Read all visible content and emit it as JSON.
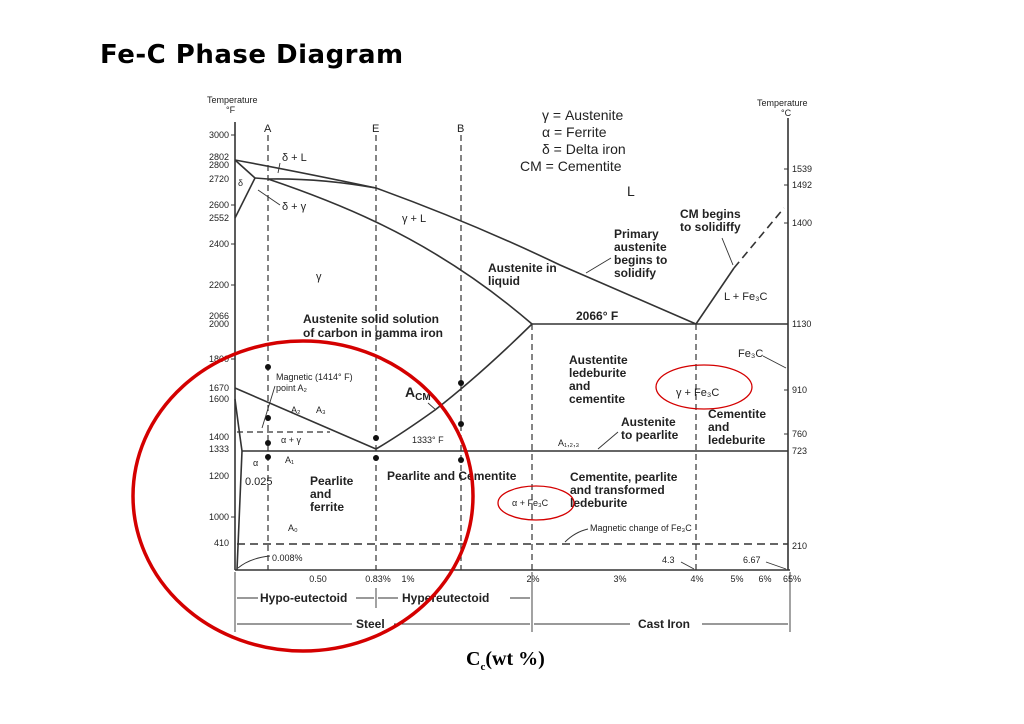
{
  "title": "Fe-C Phase Diagram",
  "caption": {
    "main": "C",
    "sub": "c",
    "rest": "(wt %)"
  },
  "axes": {
    "left_title_1": "Temperature",
    "left_title_2": "°F",
    "right_title_1": "Temperature",
    "right_title_2": "°C",
    "left_ticks": [
      "3000",
      "2802",
      "2800",
      "2720",
      "2600",
      "2552",
      "2400",
      "2200",
      "2066",
      "2000",
      "1800",
      "1670",
      "1600",
      "1400",
      "1333",
      "1200",
      "1000",
      "410"
    ],
    "right_ticks": [
      "1539",
      "1492",
      "1400",
      "1130",
      "910",
      "760",
      "723",
      "210"
    ],
    "bottom_ticks": [
      "0.50",
      "0.83%",
      "1%",
      "2%",
      "3%",
      "4%",
      "5%",
      "6%",
      "65%"
    ]
  },
  "verticals": {
    "a": "A",
    "e": "E",
    "b": "B"
  },
  "legend": [
    "γ = Austenite",
    "α = Ferrite",
    "δ = Delta  iron",
    "CM = Cementite"
  ],
  "regions": {
    "l": "L",
    "delta_l": "δ + L",
    "delta": "δ",
    "delta_gamma": "δ + γ",
    "gamma_l": "γ + L",
    "gamma": "γ",
    "austenite_in_liquid_1": "Austenite in",
    "austenite_in_liquid_2": "liquid",
    "primary_1": "Primary",
    "primary_2": "austenite",
    "primary_3": "begins to",
    "primary_4": "solidify",
    "cm_begins_1": "CM begins",
    "cm_begins_2": "to solidiffy",
    "l_fe3c": "L + Fe₃C",
    "eutectic_temp": "2066° F",
    "solid_solution_1": "Austenite solid solution",
    "solid_solution_2": "of carbon in gamma iron",
    "ledeburite_1": "Austentite",
    "ledeburite_2": "ledeburite",
    "ledeburite_3": "and",
    "ledeburite_4": "cementite",
    "fe3c": "Fe₃C",
    "gamma_fe3c": "γ + Fe₃C",
    "cem_led_1": "Cementite",
    "cem_led_2": "and",
    "cem_led_3": "ledeburite",
    "aus_pearl_1": "Austenite",
    "aus_pearl_2": "to pearlite",
    "a123": "A₁,₂,₃",
    "magnetic_1": "Magnetic (1414° F)",
    "magnetic_2": "point  A₂",
    "acm": "A",
    "acm_sub": "CM",
    "a2": "A₂",
    "a3": "A₃",
    "alpha_gamma": "α + γ",
    "a1": "A₁",
    "alpha": "α",
    "temp_1333": "1333° F",
    "c0025": "0.025",
    "pf_1": "Pearlite",
    "pf_2": "and",
    "pf_3": "ferrite",
    "pc": "Pearlite and Cementite",
    "alpha_fe3c": "α + Fe₃C",
    "cpt_1": "Cementite, pearlite",
    "cpt_2": "and transformed",
    "cpt_3": "ledeburite",
    "a0": "A₀",
    "c0008": "0.008%",
    "magnetic_fe3c": "Magnetic change of Fe₃C",
    "c43": "4.3",
    "c667": "6.67"
  },
  "brackets": {
    "hypo": "Hypo-eutectoid",
    "hyper": "Hypereutectoid",
    "steel": "Steel",
    "cast_iron": "Cast Iron"
  },
  "colors": {
    "highlight": "#d40000",
    "line": "#333333"
  }
}
